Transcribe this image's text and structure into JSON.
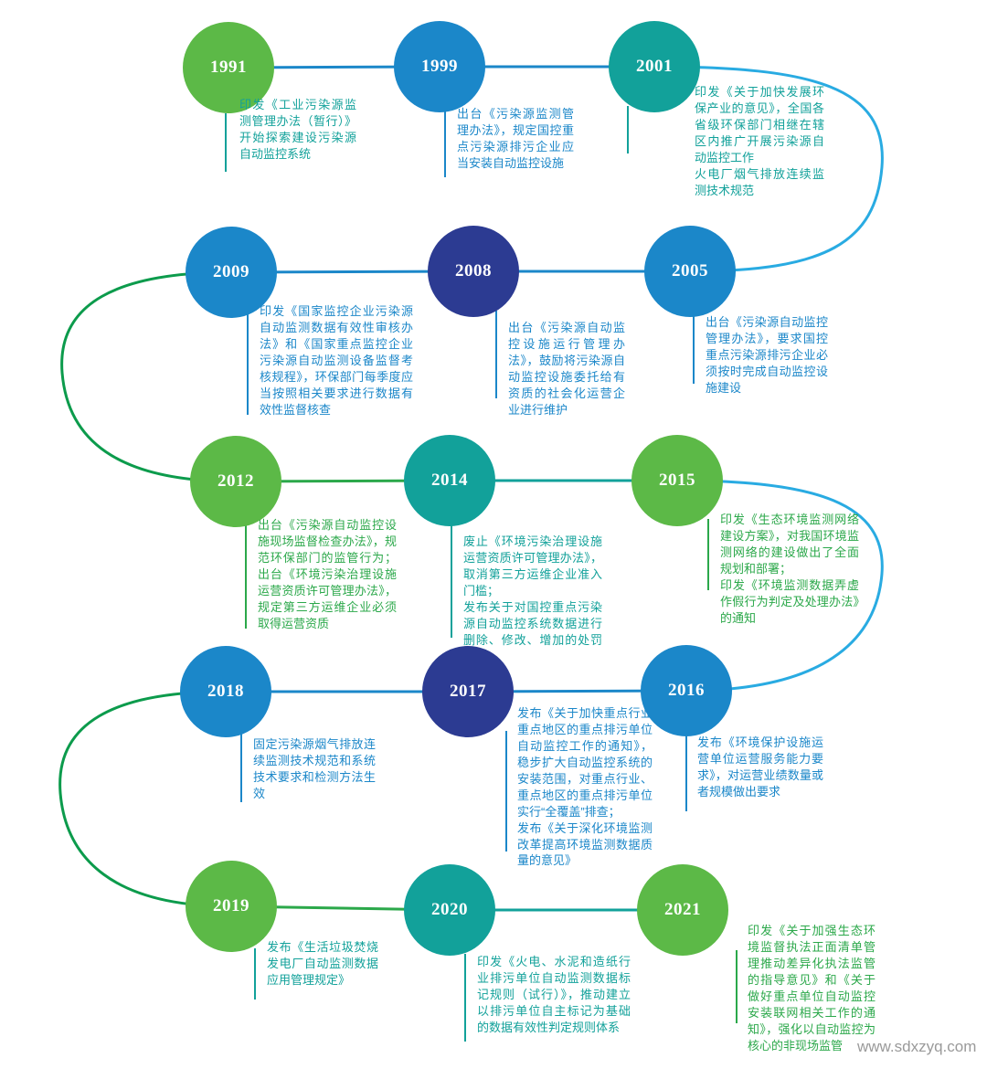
{
  "watermark": "www.sdxzyq.com",
  "colors": {
    "green_circle": "#5cb947",
    "blue_circle": "#1b87c9",
    "teal_circle": "#12a19a",
    "navy_circle": "#2c3b92",
    "light_blue_line": "#29abe2",
    "dark_green_line": "#0c9b4c",
    "green_text": "#2ba84a",
    "blue_text": "#1b87c9",
    "teal_text": "#12a19a"
  },
  "timeline": [
    {
      "year": "1991",
      "circle_color": "green",
      "text_color": "teal",
      "description": "印发《工业污染源监测管理办法（暂行）》开始探索建设污染源自动监控系统"
    },
    {
      "year": "1999",
      "circle_color": "blue",
      "text_color": "blue",
      "description": "出台《污染源监测管理办法》，规定国控重点污染源排污企业应当安装自动监控设施"
    },
    {
      "year": "2001",
      "circle_color": "teal",
      "text_color": "teal",
      "description": "印发《关于加快发展环保产业的意见》，全国各省级环保部门相继在辖区内推广开展污染源自动监控工作\n火电厂烟气排放连续监测技术规范"
    },
    {
      "year": "2009",
      "circle_color": "blue",
      "text_color": "blue",
      "description": "印发《国家监控企业污染源自动监测数据有效性审核办法》和《国家重点监控企业污染源自动监测设备监督考核规程》，环保部门每季度应当按照相关要求进行数据有效性监督核查"
    },
    {
      "year": "2008",
      "circle_color": "navy",
      "text_color": "blue",
      "description": "出台《污染源自动监控设施运行管理办法》，鼓励将污染源自动监控设施委托给有资质的社会化运营企业进行维护"
    },
    {
      "year": "2005",
      "circle_color": "blue",
      "text_color": "blue",
      "description": "出台《污染源自动监控管理办法》，要求国控重点污染源排污企业必须按时完成自动监控设施建设"
    },
    {
      "year": "2012",
      "circle_color": "green",
      "text_color": "green",
      "description": "出台《污染源自动监控设施现场监督检查办法》，规范环保部门的监管行为；出台《环境污染治理设施运营资质许可管理办法》，规定第三方运维企业必须取得运营资质"
    },
    {
      "year": "2014",
      "circle_color": "teal",
      "text_color": "teal",
      "description": "废止《环境污染治理设施运营资质许可管理办法》，取消第三方运维企业准入门槛；\n发布关于对国控重点污染源自动监控系统数据进行删除、修改、增加的处罚规定"
    },
    {
      "year": "2015",
      "circle_color": "green",
      "text_color": "green",
      "description": "印发《生态环境监测网络建设方案》，对我国环境监测网络的建设做出了全面规划和部署；\n印发《环境监测数据弄虚作假行为判定及处理办法》的通知"
    },
    {
      "year": "2018",
      "circle_color": "blue",
      "text_color": "blue",
      "description": "固定污染源烟气排放连续监测技术规范和系统技术要求和检测方法生效"
    },
    {
      "year": "2017",
      "circle_color": "navy",
      "text_color": "blue",
      "description": "发布《关于加快重点行业重点地区的重点排污单位自动监控工作的通知》，稳步扩大自动监控系统的安装范围，对重点行业、重点地区的重点排污单位实行“全覆盖”排查；\n发布《关于深化环境监测改革提高环境监测数据质量的意见》"
    },
    {
      "year": "2016",
      "circle_color": "blue",
      "text_color": "blue",
      "description": "发布《环境保护设施运营单位运营服务能力要求》，对运营业绩数量或者规模做出要求"
    },
    {
      "year": "2019",
      "circle_color": "green",
      "text_color": "teal",
      "description": "发布《生活垃圾焚烧发电厂自动监测数据应用管理规定》"
    },
    {
      "year": "2020",
      "circle_color": "teal",
      "text_color": "teal",
      "description": "印发《火电、水泥和造纸行业排污单位自动监测数据标记规则（试行）》，推动建立以排污单位自主标记为基础的数据有效性判定规则体系"
    },
    {
      "year": "2021",
      "circle_color": "green",
      "text_color": "green",
      "description": "印发《关于加强生态环境监督执法正面清单管理推动差异化执法监管的指导意见》和《关于做好重点单位自动监控安装联网相关工作的通知》，强化以自动监控为核心的非现场监管"
    }
  ]
}
